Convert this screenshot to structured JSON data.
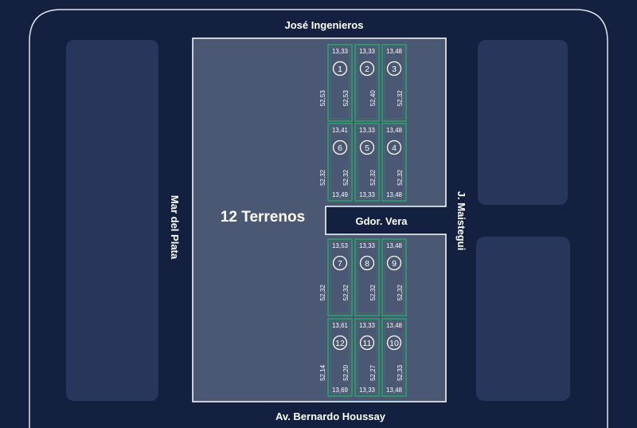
{
  "title": "12 Terrenos",
  "streets": {
    "top": "José Ingenieros",
    "bottom": "Av. Bernardo Houssay",
    "left": "Mar del Plata",
    "right": "J. Maistegui",
    "middle": "Gdor. Vera"
  },
  "colors": {
    "background": "#13203f",
    "ring": "#dfe3ea",
    "block": "#27365a",
    "main_block": "#4b5873",
    "lot_outline": "#2f9e6e"
  },
  "lots": [
    {
      "num": "1",
      "top": "13,33",
      "bottom": "",
      "outer": "52,53",
      "inner": "52,53"
    },
    {
      "num": "2",
      "top": "13,33",
      "bottom": "",
      "outer": "",
      "inner": "52,40"
    },
    {
      "num": "3",
      "top": "13,48",
      "bottom": "",
      "outer": "",
      "inner": "52,32"
    },
    {
      "num": "6",
      "top": "13,41",
      "bottom": "13,49",
      "outer": "52,32",
      "inner": "52,32"
    },
    {
      "num": "5",
      "top": "13,33",
      "bottom": "13,33",
      "outer": "",
      "inner": "52,32"
    },
    {
      "num": "4",
      "top": "13,48",
      "bottom": "13,48",
      "outer": "",
      "inner": "52,32"
    },
    {
      "num": "7",
      "top": "13,53",
      "bottom": "",
      "outer": "52,32",
      "inner": "52,32"
    },
    {
      "num": "8",
      "top": "13,33",
      "bottom": "",
      "outer": "",
      "inner": "52,32"
    },
    {
      "num": "9",
      "top": "13,48",
      "bottom": "",
      "outer": "",
      "inner": "52,32"
    },
    {
      "num": "12",
      "top": "13,61",
      "bottom": "13,69",
      "outer": "52,14",
      "inner": "52,20"
    },
    {
      "num": "11",
      "top": "13,33",
      "bottom": "13,33",
      "outer": "",
      "inner": "52,27"
    },
    {
      "num": "10",
      "top": "13,48",
      "bottom": "13,48",
      "outer": "",
      "inner": "52,33"
    }
  ]
}
